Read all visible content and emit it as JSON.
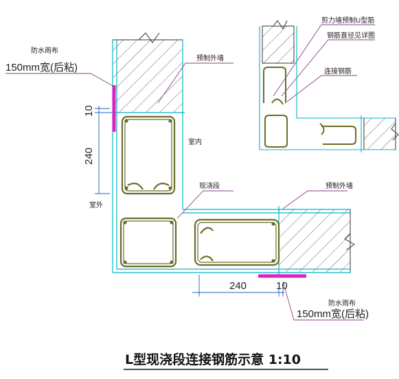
{
  "title": "L型现浇段连接钢筋示意 1:10",
  "labels": {
    "waterproof_top": "防水雨布",
    "waterproof_top_width": "150mm宽(后粘)",
    "precast_outer_wall_top": "预制外墙",
    "indoor": "室内",
    "outdoor": "室外",
    "cast_in_place": "现浇段",
    "precast_outer_wall_right": "预制外墙",
    "shear_wall_u_bar": "剪力墙预制U型筋",
    "bar_diameter_note": "钢筋直径见详图",
    "connecting_bar": "连接钢筋",
    "waterproof_bottom": "防水雨布",
    "waterproof_bottom_width": "150mm宽(后粘)"
  },
  "dimensions": {
    "vertical_10": "10",
    "vertical_240": "240",
    "horizontal_240": "240",
    "horizontal_10": "10"
  },
  "colors": {
    "concrete_outline": "#00b4c8",
    "rebar": "#6a6a2a",
    "hatch": "#555555",
    "leader": "#8a3f8a",
    "dimension": "#2060c0",
    "waterproof": "#e020c0"
  }
}
